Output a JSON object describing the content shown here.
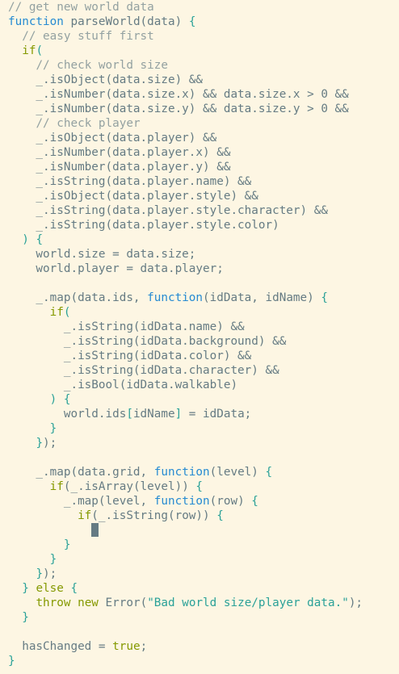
{
  "editor": {
    "lines": [
      [
        {
          "t": "// get new world data",
          "c": "comment"
        }
      ],
      [
        {
          "t": "function",
          "c": "fn-kw"
        },
        {
          "t": " parseWorld(data) "
        },
        {
          "t": "{",
          "c": "punc"
        }
      ],
      [
        {
          "t": "  "
        },
        {
          "t": "// easy stuff first",
          "c": "comment"
        }
      ],
      [
        {
          "t": "  "
        },
        {
          "t": "if",
          "c": "kw"
        },
        {
          "t": "(",
          "c": "punc"
        }
      ],
      [
        {
          "t": "    "
        },
        {
          "t": "// check world size",
          "c": "comment"
        }
      ],
      [
        {
          "t": "    _.isObject(data.size) &&"
        }
      ],
      [
        {
          "t": "    _.isNumber(data.size.x) && data.size.x > 0 &&"
        }
      ],
      [
        {
          "t": "    _.isNumber(data.size.y) && data.size.y > 0 &&"
        }
      ],
      [
        {
          "t": "    "
        },
        {
          "t": "// check player",
          "c": "comment"
        }
      ],
      [
        {
          "t": "    _.isObject(data.player) &&"
        }
      ],
      [
        {
          "t": "    _.isNumber(data.player.x) &&"
        }
      ],
      [
        {
          "t": "    _.isNumber(data.player.y) &&"
        }
      ],
      [
        {
          "t": "    _.isString(data.player.name) &&"
        }
      ],
      [
        {
          "t": "    _.isObject(data.player.style) &&"
        }
      ],
      [
        {
          "t": "    _.isString(data.player.style.character) &&"
        }
      ],
      [
        {
          "t": "    _.isString(data.player.style.color)"
        }
      ],
      [
        {
          "t": "  "
        },
        {
          "t": ")",
          "c": "punc"
        },
        {
          "t": " "
        },
        {
          "t": "{",
          "c": "punc"
        }
      ],
      [
        {
          "t": "    world.size = data.size;"
        }
      ],
      [
        {
          "t": "    world.player = data.player;"
        }
      ],
      [
        {
          "t": ""
        }
      ],
      [
        {
          "t": "    _.map(data.ids, "
        },
        {
          "t": "function",
          "c": "fn-kw"
        },
        {
          "t": "(idData, idName) "
        },
        {
          "t": "{",
          "c": "punc"
        }
      ],
      [
        {
          "t": "      "
        },
        {
          "t": "if",
          "c": "kw"
        },
        {
          "t": "(",
          "c": "punc"
        }
      ],
      [
        {
          "t": "        _.isString(idData.name) &&"
        }
      ],
      [
        {
          "t": "        _.isString(idData.background) &&"
        }
      ],
      [
        {
          "t": "        _.isString(idData.color) &&"
        }
      ],
      [
        {
          "t": "        _.isString(idData.character) &&"
        }
      ],
      [
        {
          "t": "        _.isBool(idData.walkable)"
        }
      ],
      [
        {
          "t": "      "
        },
        {
          "t": ")",
          "c": "punc"
        },
        {
          "t": " "
        },
        {
          "t": "{",
          "c": "punc"
        }
      ],
      [
        {
          "t": "        world.ids"
        },
        {
          "t": "[",
          "c": "punc"
        },
        {
          "t": "idName"
        },
        {
          "t": "]",
          "c": "punc"
        },
        {
          "t": " = idData;"
        }
      ],
      [
        {
          "t": "      "
        },
        {
          "t": "}",
          "c": "punc"
        }
      ],
      [
        {
          "t": "    "
        },
        {
          "t": "}",
          "c": "punc"
        },
        {
          "t": ");"
        }
      ],
      [
        {
          "t": ""
        }
      ],
      [
        {
          "t": "    _.map(data.grid, "
        },
        {
          "t": "function",
          "c": "fn-kw"
        },
        {
          "t": "(level) "
        },
        {
          "t": "{",
          "c": "punc"
        }
      ],
      [
        {
          "t": "      "
        },
        {
          "t": "if",
          "c": "kw"
        },
        {
          "t": "(_.isArray(level)) "
        },
        {
          "t": "{",
          "c": "punc"
        }
      ],
      [
        {
          "t": "        _.map(level, "
        },
        {
          "t": "function",
          "c": "fn-kw"
        },
        {
          "t": "(row) "
        },
        {
          "t": "{",
          "c": "punc"
        }
      ],
      [
        {
          "t": "          "
        },
        {
          "t": "if",
          "c": "kw"
        },
        {
          "t": "(_.isString(row)) "
        },
        {
          "t": "{",
          "c": "punc"
        }
      ],
      [
        {
          "t": "            "
        },
        {
          "t": "",
          "cursor": true
        }
      ],
      [
        {
          "t": "        "
        },
        {
          "t": "}",
          "c": "punc"
        }
      ],
      [
        {
          "t": "      "
        },
        {
          "t": "}",
          "c": "punc"
        }
      ],
      [
        {
          "t": "    "
        },
        {
          "t": "}",
          "c": "punc"
        },
        {
          "t": ");"
        }
      ],
      [
        {
          "t": "  "
        },
        {
          "t": "}",
          "c": "punc"
        },
        {
          "t": " "
        },
        {
          "t": "else",
          "c": "kw"
        },
        {
          "t": " "
        },
        {
          "t": "{",
          "c": "punc"
        }
      ],
      [
        {
          "t": "    "
        },
        {
          "t": "throw",
          "c": "kw"
        },
        {
          "t": " "
        },
        {
          "t": "new",
          "c": "kw"
        },
        {
          "t": " Error("
        },
        {
          "t": "\"Bad world size/player data.\"",
          "c": "str"
        },
        {
          "t": ");"
        }
      ],
      [
        {
          "t": "  "
        },
        {
          "t": "}",
          "c": "punc"
        }
      ],
      [
        {
          "t": ""
        }
      ],
      [
        {
          "t": "  hasChanged = "
        },
        {
          "t": "true",
          "c": "kw"
        },
        {
          "t": ";"
        }
      ],
      [
        {
          "t": "}",
          "c": "punc"
        }
      ]
    ]
  }
}
